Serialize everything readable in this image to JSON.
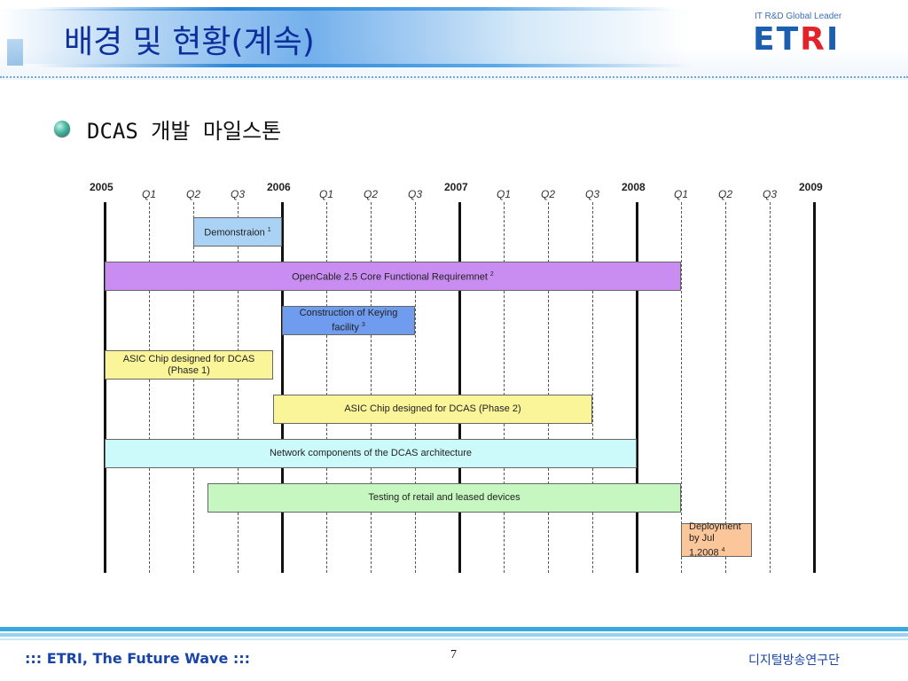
{
  "header": {
    "title": "배경 및 현황(계속)",
    "logo_caption": "IT R&D Global Leader",
    "logo_text_a": "ET",
    "logo_text_b": "R",
    "logo_text_c": "I",
    "logo_colors": {
      "blue": "#1c5fb0",
      "red": "#e2242a"
    }
  },
  "bullet": {
    "icon": "bullet-sphere-icon",
    "text": "DCAS 개발 마일스톤"
  },
  "chart_data": {
    "type": "gantt",
    "title": "",
    "years": [
      "2005",
      "2006",
      "2007",
      "2008",
      "2009"
    ],
    "quarters": [
      "Q1",
      "Q2",
      "Q3"
    ],
    "bars": [
      {
        "label": "Demonstraion",
        "note": "1",
        "start": 2005.5,
        "end": 2006.0,
        "color": "#a9d2f5"
      },
      {
        "label": "OpenCable 2.5 Core Functional Requiremnet",
        "note": "2",
        "start": 2005.0,
        "end": 2008.25,
        "color": "#c98cf0"
      },
      {
        "label": "Construction of Keying facility",
        "note": "3",
        "start": 2006.0,
        "end": 2006.75,
        "color": "#6f9cee"
      },
      {
        "label": "ASIC Chip designed for DCAS (Phase 1)",
        "note": "",
        "start": 2005.0,
        "end": 2005.95,
        "color": "#fbf59a"
      },
      {
        "label": "ASIC Chip designed for DCAS (Phase 2)",
        "note": "",
        "start": 2005.95,
        "end": 2007.75,
        "color": "#fbf59a"
      },
      {
        "label": "Network components of the DCAS architecture",
        "note": "",
        "start": 2005.0,
        "end": 2008.0,
        "color": "#ccfafa"
      },
      {
        "label": "Testing of retail and leased devices",
        "note": "",
        "start": 2005.58,
        "end": 2008.25,
        "color": "#c6f7c0"
      },
      {
        "label": "Deployment by Jul 1,2008",
        "note": "4",
        "start": 2008.25,
        "end": 2008.65,
        "color": "#fbc79a"
      }
    ]
  },
  "footer": {
    "left": "::: ETRI, The Future Wave :::",
    "page": "7",
    "right": "디지털방송연구단"
  }
}
